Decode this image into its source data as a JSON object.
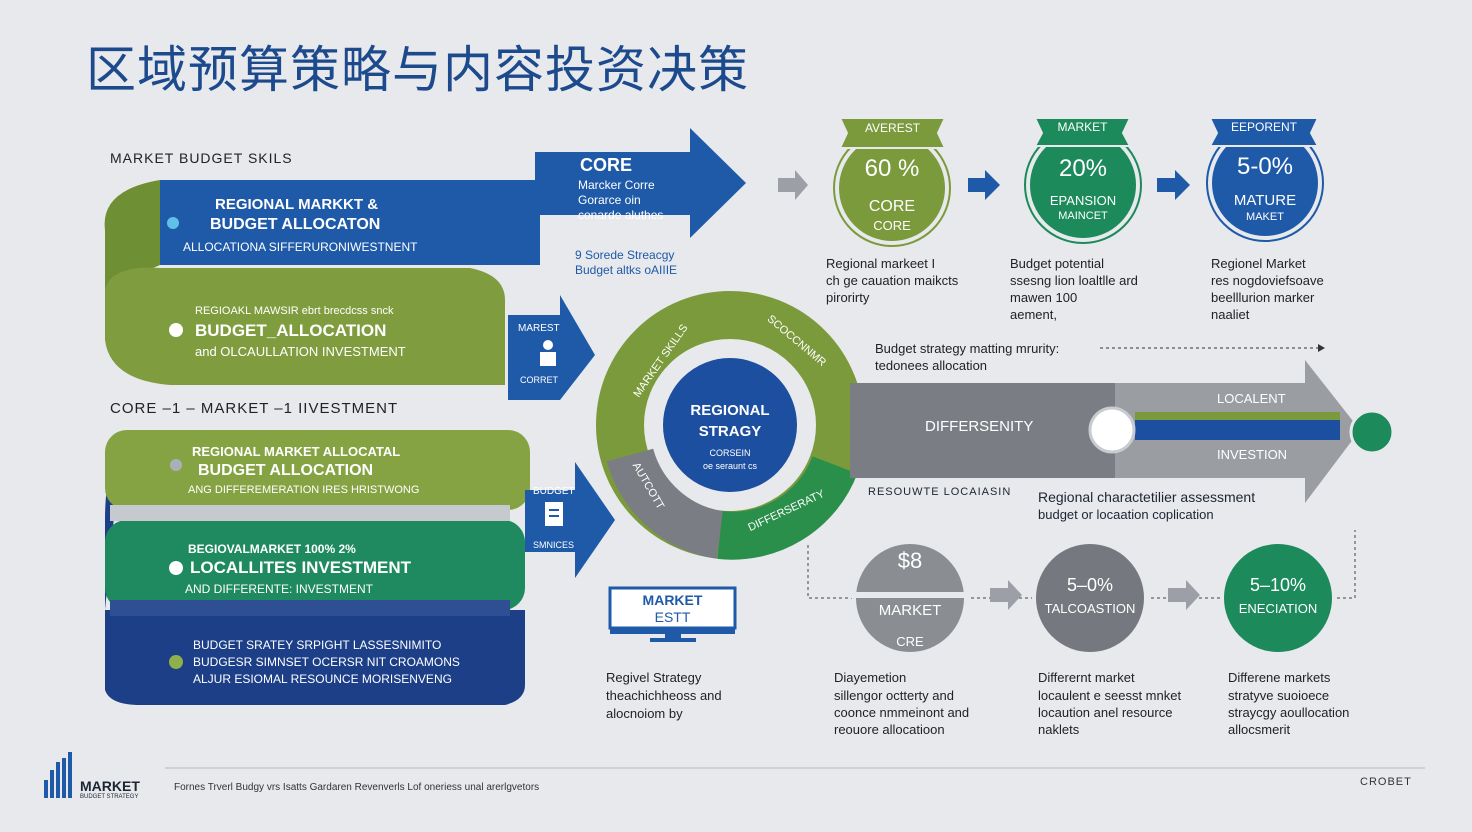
{
  "title": "区域预算策略与内容投资决策",
  "left": {
    "header1": "MARKET   BUDGET SKILS",
    "blue_band": {
      "l1": "REGIONAL MARKKT &",
      "l2": "BUDGET ALLOCATON",
      "l3": "ALLOCATIONA  SIFFERURONIWESTNENT"
    },
    "green_band": {
      "l1": "REGIOAKL MAWSIR ebrt brecdcss snck",
      "l2": "BUDGET_ALLOCATION",
      "l3": "and OLCAULLATION INVESTMENT"
    },
    "header2": "CORE –1 – MARKET –1 IIVESTMENT",
    "stack1": {
      "l1": "REGIONAL MARKET ALLOCATAL",
      "l2": "BUDGET ALLOCATION",
      "l3": "ANG DIFFEREMERATION IRES HRISTWONG"
    },
    "stack2": {
      "l1": "BEGIOVALMARKET      100% 2%",
      "l2": "LOCALLITES INVESTMENT",
      "l3": "AND DIFFERENTE: INVESTMENT"
    },
    "stack3": {
      "l1": "BUDGET SRATEY SRPIGHT LASSESNIMITO",
      "l2": "BUDGESR SIMNSET OCERSR NIT CROAMONS",
      "l3": "ALJUR ESIOMAL RESOUNCE MORISENVENG"
    }
  },
  "core_arrow": {
    "title": "CORE",
    "l1": "Marcker Corre",
    "l2": "Gorarce oin",
    "l3": "conarde aluthes"
  },
  "core_note": {
    "l1": "9 Sorede Streacgy",
    "l2": "Budget altks oAIIIE"
  },
  "mid_arrows": {
    "a1_l1": "MAREST",
    "a1_l2": "CORRET",
    "a2_l1": "BUDGET",
    "a2_l2": "SMNICES"
  },
  "top_circles": [
    {
      "ribbon": "AVEREST",
      "value": "60 %",
      "l1": "CORE",
      "l2": "CORE",
      "color": "#7b9a3c",
      "cap_title": "Regional markeet I",
      "cap_l1": "ch  ge cauation maikcts",
      "cap_l2": "pirorirty"
    },
    {
      "ribbon": "MARKET",
      "value": "20%",
      "l1": "EPANSION",
      "l2": "MAINCET",
      "color": "#1c8a5a",
      "cap_title": "Budget potential",
      "cap_l1": "ssesng lion loaltlle ard",
      "cap_l2": "mawen 100",
      "cap_l3": "aement,"
    },
    {
      "ribbon": "EEPORENT",
      "value": "5-0%",
      "l1": "MATURE",
      "l2": "MAKET",
      "color": "#1e5aa8",
      "cap_title": "Regionel Market",
      "cap_l1": "res nogdoviefsoave",
      "cap_l2": "beelllurion marker",
      "cap_l3": "naaliet"
    }
  ],
  "ring": {
    "center_l1": "REGIONAL",
    "center_l2": "STRAGY",
    "center_l3": "CORSEIN",
    "center_l4": "oe  seraunt cs",
    "seg_tl": "MARKET SKILLS",
    "seg_tr": "SCOCCNNMR",
    "seg_bl": "AUTCOTT",
    "seg_br": "DIFFERSERATY"
  },
  "big_arrow": {
    "note_l1": "Budget strategy matting mrurity:",
    "note_l2": "tedonees allocation",
    "label": "DIFFERSENITY",
    "top": "LOCALENT",
    "bottom": "INVESTION",
    "sub_left": "RESOUWTE LOCAIASIN",
    "sub_title": "Regional charactetilier assessment",
    "sub_l2": "budget  or  locaation coplication"
  },
  "market_box": {
    "l1": "MARKET",
    "l2": "ESTT",
    "cap_title": "Regivel Strategy",
    "cap_l1": "theachichheoss and",
    "cap_l2": "alocnoiom by"
  },
  "bottom_circles": [
    {
      "l1": "$8",
      "l2": "MARKET",
      "l3": "CRE",
      "color": "#8a8d92",
      "cap_title": "Diayemetion",
      "cap_l1": "sillengor octterty and",
      "cap_l2": "coonce nmmeinont and",
      "cap_l3": "reouore allocatioon"
    },
    {
      "l1": "5–0%",
      "l2": "TALCOASTION",
      "color": "#75787e",
      "cap_title": "Differernt market",
      "cap_l1": "locaulent e seesst mnket",
      "cap_l2": "locaution anel resource",
      "cap_l3": "naklets"
    },
    {
      "l1": "5–10%",
      "l2": "ENECIATION",
      "color": "#1c8a5a",
      "cap_title": "Differene markets",
      "cap_l1": "stratyve suoioece",
      "cap_l2": "straycgy aoullocation",
      "cap_l3": "allocsmerit"
    }
  ],
  "footer": {
    "logo": "MARKET",
    "logo_sub": "BUDGET STRATEGY",
    "text": "Fornes Trverl Budgy vrs Isatts Gardaren Revenverls Lof oneriess unal arerlgvetors",
    "right": "CROBET"
  }
}
